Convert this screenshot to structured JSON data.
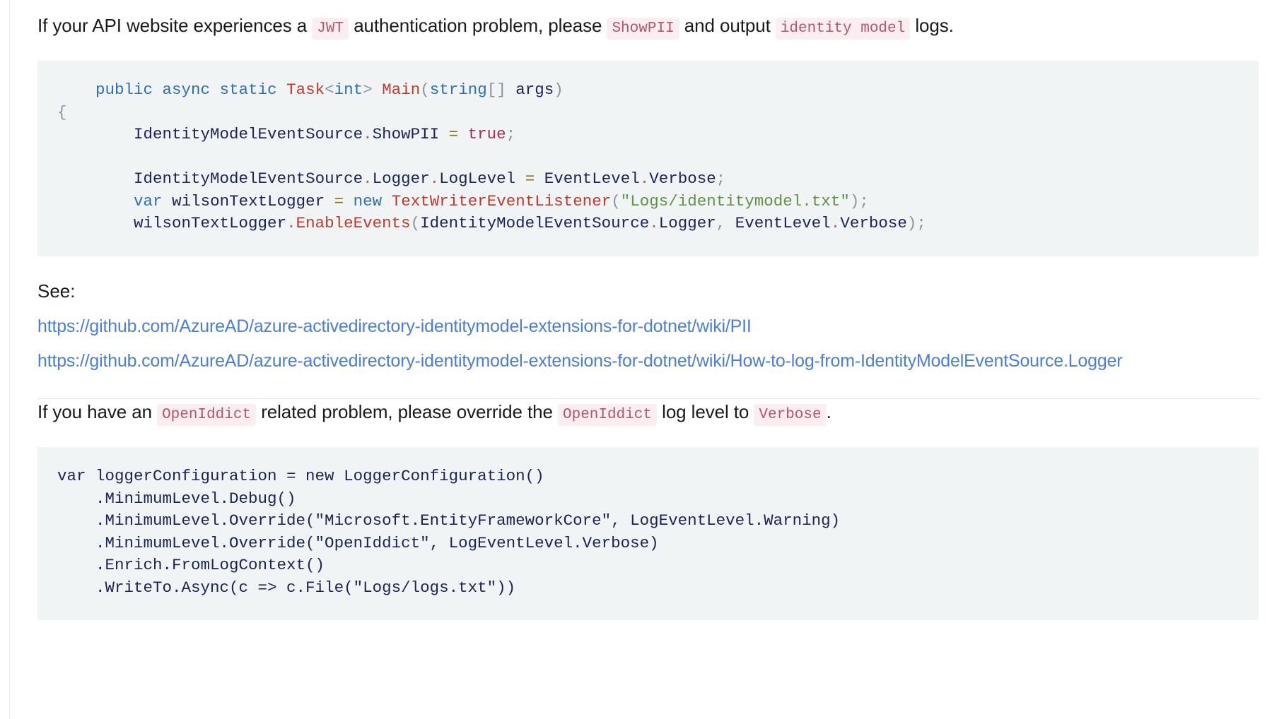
{
  "intro": {
    "seg1": "If your API website experiences a ",
    "code1": "JWT",
    "seg2": " authentication problem, please ",
    "code2": "ShowPII",
    "seg3": " and output ",
    "code3": "identity model",
    "seg4": " logs."
  },
  "code_block_1": {
    "language": "csharp",
    "background": "#f0f4f5",
    "lines": [
      {
        "indent": 1,
        "tokens": [
          {
            "t": "public",
            "c": "k"
          },
          {
            "t": " ",
            "c": "plain"
          },
          {
            "t": "async",
            "c": "k"
          },
          {
            "t": " ",
            "c": "plain"
          },
          {
            "t": "static",
            "c": "k"
          },
          {
            "t": " ",
            "c": "plain"
          },
          {
            "t": "Task",
            "c": "ty"
          },
          {
            "t": "<",
            "c": "pu"
          },
          {
            "t": "int",
            "c": "k"
          },
          {
            "t": ">",
            "c": "pu"
          },
          {
            "t": " ",
            "c": "plain"
          },
          {
            "t": "Main",
            "c": "ty"
          },
          {
            "t": "(",
            "c": "pu"
          },
          {
            "t": "string",
            "c": "k"
          },
          {
            "t": "[]",
            "c": "pu"
          },
          {
            "t": " ",
            "c": "plain"
          },
          {
            "t": "args",
            "c": "id"
          },
          {
            "t": ")",
            "c": "pu"
          }
        ]
      },
      {
        "indent": 0,
        "tokens": [
          {
            "t": "{",
            "c": "pu"
          }
        ]
      },
      {
        "indent": 2,
        "tokens": [
          {
            "t": "IdentityModelEventSource",
            "c": "id"
          },
          {
            "t": ".",
            "c": "dot"
          },
          {
            "t": "ShowPII",
            "c": "id"
          },
          {
            "t": " ",
            "c": "plain"
          },
          {
            "t": "=",
            "c": "op"
          },
          {
            "t": " ",
            "c": "plain"
          },
          {
            "t": "true",
            "c": "lit"
          },
          {
            "t": ";",
            "c": "pu"
          }
        ]
      },
      {
        "indent": 0,
        "tokens": []
      },
      {
        "indent": 2,
        "tokens": [
          {
            "t": "IdentityModelEventSource",
            "c": "id"
          },
          {
            "t": ".",
            "c": "dot"
          },
          {
            "t": "Logger",
            "c": "id"
          },
          {
            "t": ".",
            "c": "dot"
          },
          {
            "t": "LogLevel",
            "c": "id"
          },
          {
            "t": " ",
            "c": "plain"
          },
          {
            "t": "=",
            "c": "op"
          },
          {
            "t": " ",
            "c": "plain"
          },
          {
            "t": "EventLevel",
            "c": "id"
          },
          {
            "t": ".",
            "c": "dot"
          },
          {
            "t": "Verbose",
            "c": "id"
          },
          {
            "t": ";",
            "c": "pu"
          }
        ]
      },
      {
        "indent": 2,
        "tokens": [
          {
            "t": "var",
            "c": "k"
          },
          {
            "t": " ",
            "c": "plain"
          },
          {
            "t": "wilsonTextLogger",
            "c": "id"
          },
          {
            "t": " ",
            "c": "plain"
          },
          {
            "t": "=",
            "c": "op"
          },
          {
            "t": " ",
            "c": "plain"
          },
          {
            "t": "new",
            "c": "k"
          },
          {
            "t": " ",
            "c": "plain"
          },
          {
            "t": "TextWriterEventListener",
            "c": "ty"
          },
          {
            "t": "(",
            "c": "pu"
          },
          {
            "t": "\"Logs/identitymodel.txt\"",
            "c": "st"
          },
          {
            "t": ");",
            "c": "pu"
          }
        ]
      },
      {
        "indent": 2,
        "tokens": [
          {
            "t": "wilsonTextLogger",
            "c": "id"
          },
          {
            "t": ".",
            "c": "dot"
          },
          {
            "t": "EnableEvents",
            "c": "ty"
          },
          {
            "t": "(",
            "c": "pu"
          },
          {
            "t": "IdentityModelEventSource",
            "c": "id"
          },
          {
            "t": ".",
            "c": "dot"
          },
          {
            "t": "Logger",
            "c": "id"
          },
          {
            "t": ",",
            "c": "pu"
          },
          {
            "t": " ",
            "c": "plain"
          },
          {
            "t": "EventLevel",
            "c": "id"
          },
          {
            "t": ".",
            "c": "dot"
          },
          {
            "t": "Verbose",
            "c": "id"
          },
          {
            "t": ");",
            "c": "pu"
          }
        ]
      }
    ]
  },
  "see": {
    "label": "See:",
    "links": [
      "https://github.com/AzureAD/azure-activedirectory-identitymodel-extensions-for-dotnet/wiki/PII",
      "https://github.com/AzureAD/azure-activedirectory-identitymodel-extensions-for-dotnet/wiki/How-to-log-from-IdentityModelEventSource.Logger"
    ],
    "link_color": "#4a7fd4"
  },
  "openiddict": {
    "seg1": "If you have an ",
    "code1": "OpenIddict",
    "seg2": " related problem, please override the ",
    "code2": "OpenIddict",
    "seg3": " log level to ",
    "code3": "Verbose",
    "seg4": "."
  },
  "code_block_2": {
    "language": "csharp",
    "background": "#f0f4f5",
    "lines": [
      "var loggerConfiguration = new LoggerConfiguration()",
      "    .MinimumLevel.Debug()",
      "    .MinimumLevel.Override(\"Microsoft.EntityFrameworkCore\", LogEventLevel.Warning)",
      "    .MinimumLevel.Override(\"OpenIddict\", LogEventLevel.Verbose)",
      "    .Enrich.FromLogContext()",
      "    .WriteTo.Async(c => c.File(\"Logs/logs.txt\"))"
    ]
  }
}
